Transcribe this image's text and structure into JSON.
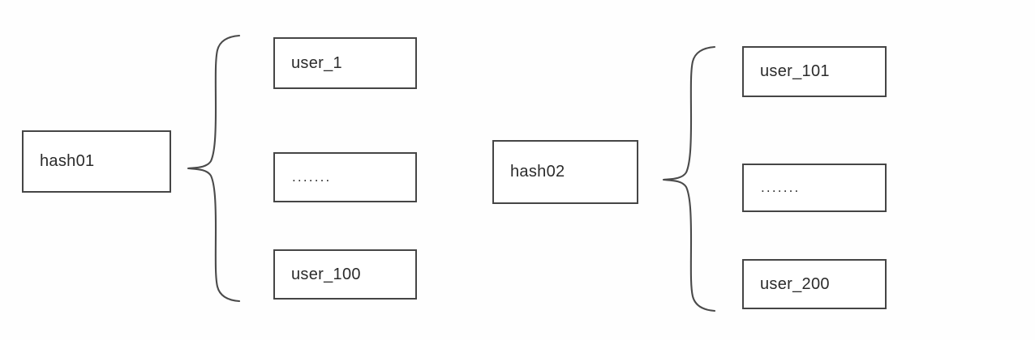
{
  "diagram": {
    "type": "hash-sharding-diagram",
    "background_color": "#fefefe",
    "box_border_color": "#454545",
    "text_color": "#2b2b2b",
    "brace_color": "#4a4a4a",
    "groups": [
      {
        "id": "group-1",
        "hash_label": "hash01",
        "brace_icon": "left-curly-brace-icon",
        "members": [
          {
            "label": "user_1",
            "kind": "user"
          },
          {
            "label": ".......",
            "kind": "ellipsis"
          },
          {
            "label": "user_100",
            "kind": "user"
          }
        ]
      },
      {
        "id": "group-2",
        "hash_label": "hash02",
        "brace_icon": "left-curly-brace-icon",
        "members": [
          {
            "label": "user_101",
            "kind": "user"
          },
          {
            "label": ".......",
            "kind": "ellipsis"
          },
          {
            "label": "user_200",
            "kind": "user"
          }
        ]
      }
    ]
  }
}
